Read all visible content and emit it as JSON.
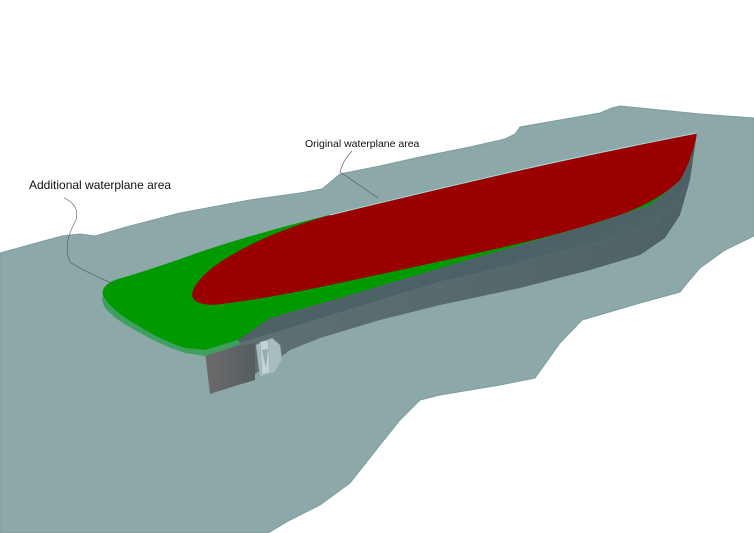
{
  "diagram": {
    "type": "3d-ship-hull-waterplane-illustration",
    "labels": {
      "additional": "Additional waterplane area",
      "original": "Original waterplane area"
    },
    "colors": {
      "background": "#ffffff",
      "water": "#8ca8a8",
      "water_edge": "#7f9d9d",
      "hull_side_dark": "#4a5f62",
      "hull_side_light": "#6a7a7c",
      "original_waterplane": "#9b0000",
      "additional_waterplane": "#009a00",
      "additional_edge": "#3f9f5f",
      "leader_line": "#555555",
      "label_text": "#111111"
    },
    "elements": [
      {
        "name": "water-surface",
        "description": "Grey-teal irregular sea surface plane"
      },
      {
        "name": "hull-side",
        "description": "Dark grey hull topside below waterline"
      },
      {
        "name": "additional-waterplane",
        "description": "Green extended waterplane area at stern"
      },
      {
        "name": "original-waterplane",
        "description": "Red original waterplane area"
      },
      {
        "name": "rudder-propeller",
        "description": "Light grey rudder and propeller at stern"
      },
      {
        "name": "transom",
        "description": "Dark stern transom block"
      }
    ]
  }
}
